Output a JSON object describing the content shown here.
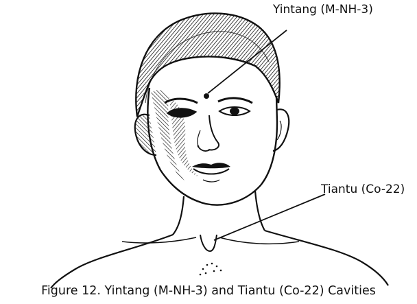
{
  "labels": {
    "yintang": "Yintang (M-NH-3)",
    "tiantu": "Tiantu (Co-22)"
  },
  "caption": "Figure 12. Yintang (M-NH-3) and Tiantu (Co-22) Cavities",
  "colors": {
    "ink": "#111111",
    "background": "#ffffff"
  }
}
